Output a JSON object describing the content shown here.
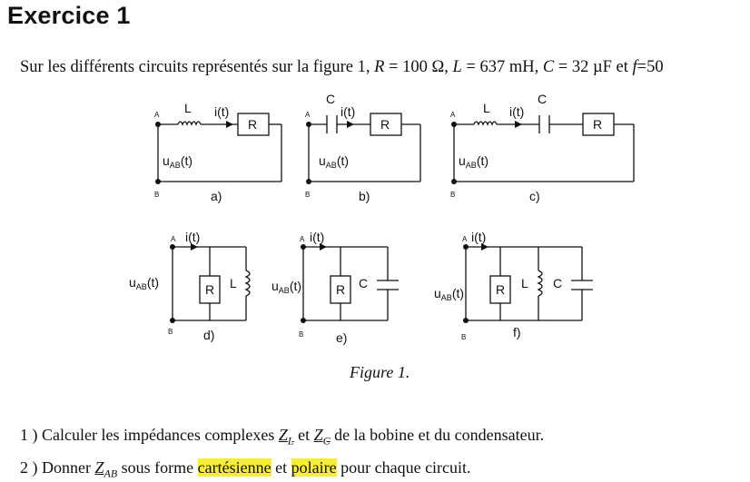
{
  "title": "Exercice 1",
  "intro": {
    "text1": "Sur les différents circuits représentés sur la figure 1, ",
    "R": "R",
    "Rval": " = 100 Ω, ",
    "L": "L",
    "Lval": " = 637 mH, ",
    "C": "C",
    "Cval": " = 32 µF et ",
    "f": "f",
    "fval": "=50"
  },
  "labels": {
    "A": "A",
    "B": "B",
    "L": "L",
    "C": "C",
    "R": "R",
    "i_t": "i(t)",
    "u_main": "u",
    "u_sub": "AB",
    "u_tail": "(t)"
  },
  "circuits": [
    {
      "letter": "a)"
    },
    {
      "letter": "b)"
    },
    {
      "letter": "c)"
    },
    {
      "letter": "d)"
    },
    {
      "letter": "e)"
    },
    {
      "letter": "f)"
    }
  ],
  "caption": "Figure 1.",
  "questions": {
    "q1": {
      "a": "1 ) Calculer les impédances complexes ",
      "zl": "Z",
      "zl_sub": "L",
      "b": " et ",
      "zc": "Z",
      "zc_sub": "C",
      "c": " de la bobine et du condensateur."
    },
    "q2": {
      "a": "2 ) Donner ",
      "zab": "Z",
      "zab_sub": "AB",
      "b": " sous forme ",
      "hl1": "cartésienne",
      "c": " et ",
      "hl2": "polaire",
      "d": " pour chaque circuit."
    }
  },
  "colors": {
    "highlight": "#f7ef2f",
    "text": "#111111"
  }
}
